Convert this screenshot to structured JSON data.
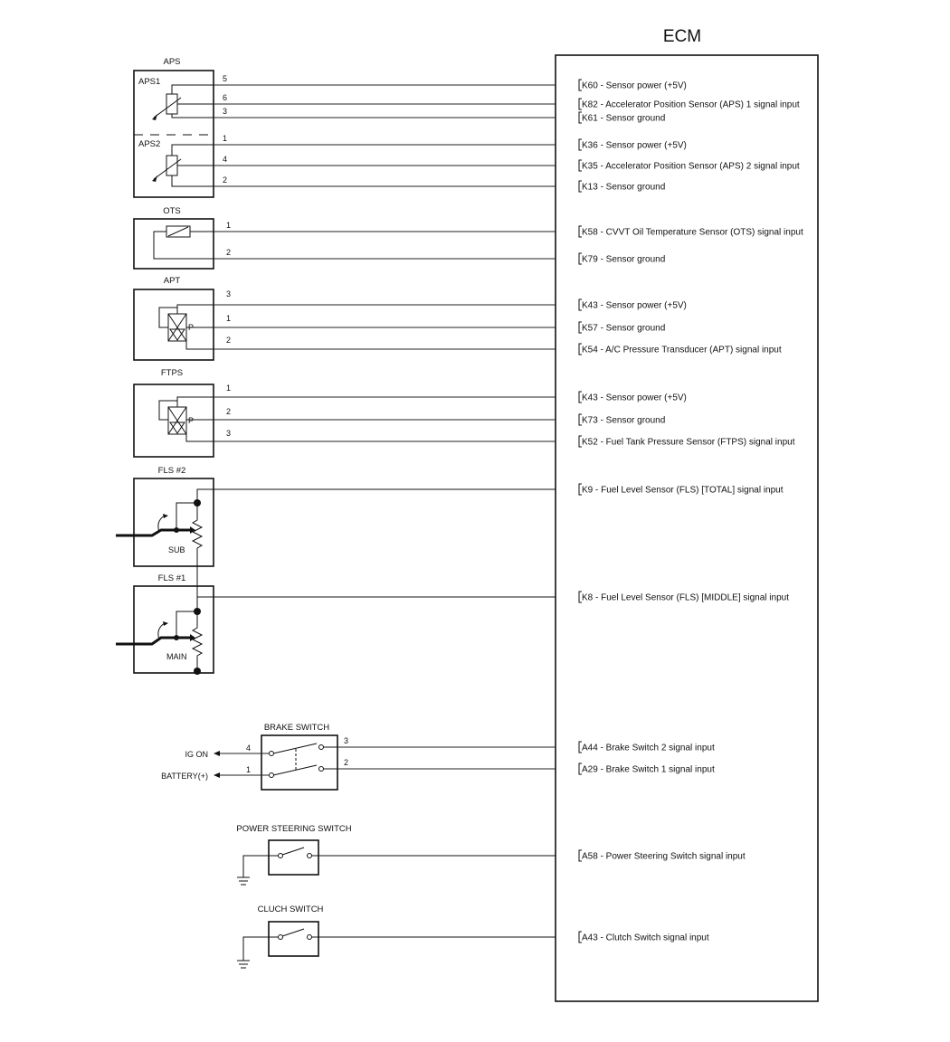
{
  "ecm": {
    "title": "ECM"
  },
  "components": {
    "aps": {
      "label": "APS",
      "sub1": "APS1",
      "sub2": "APS2"
    },
    "ots": {
      "label": "OTS"
    },
    "apt": {
      "label": "APT"
    },
    "ftps": {
      "label": "FTPS"
    },
    "fls2": {
      "label": "FLS #2",
      "tag": "SUB"
    },
    "fls1": {
      "label": "FLS #1",
      "tag": "MAIN"
    },
    "brake": {
      "label": "BRAKE SWITCH",
      "ig_on": "IG ON",
      "battery": "BATTERY(+)",
      "pin_ig": "4",
      "pin_batt": "1"
    },
    "ps": {
      "label": "POWER STEERING SWITCH"
    },
    "clutch": {
      "label": "CLUCH SWITCH"
    },
    "sensor_marks": {
      "p1": "P",
      "p2": "P"
    }
  },
  "wires": [
    {
      "pin": "5",
      "label": "K60 - Sensor power (+5V)"
    },
    {
      "pin": "6",
      "label": "K82 - Accelerator Position Sensor (APS) 1 signal input"
    },
    {
      "pin": "3",
      "label": "K61 - Sensor ground"
    },
    {
      "pin": "1",
      "label": "K36 - Sensor power (+5V)"
    },
    {
      "pin": "4",
      "label": "K35 - Accelerator Position Sensor (APS) 2 signal input"
    },
    {
      "pin": "2",
      "label": "K13 - Sensor ground"
    },
    {
      "pin": "1",
      "label": "K58 - CVVT Oil Temperature Sensor (OTS) signal input"
    },
    {
      "pin": "2",
      "label": "K79 - Sensor ground"
    },
    {
      "pin": "3",
      "label": "K43 - Sensor power (+5V)"
    },
    {
      "pin": "1",
      "label": "K57 - Sensor ground"
    },
    {
      "pin": "2",
      "label": "K54 - A/C Pressure Transducer (APT) signal input"
    },
    {
      "pin": "1",
      "label": "K43 - Sensor power (+5V)"
    },
    {
      "pin": "2",
      "label": "K73 - Sensor ground"
    },
    {
      "pin": "3",
      "label": "K52 - Fuel Tank Pressure Sensor (FTPS) signal input"
    },
    {
      "pin": "",
      "label": "K9 - Fuel Level Sensor (FLS) [TOTAL] signal input"
    },
    {
      "pin": "",
      "label": "K8 - Fuel Level Sensor  (FLS) [MIDDLE] signal input"
    },
    {
      "pin": "3",
      "label": "A44 - Brake Switch 2 signal input"
    },
    {
      "pin": "2",
      "label": "A29 - Brake Switch 1 signal input"
    },
    {
      "pin": "",
      "label": "A58 - Power Steering Switch signal input"
    },
    {
      "pin": "",
      "label": "A43 - Clutch Switch signal input"
    }
  ]
}
